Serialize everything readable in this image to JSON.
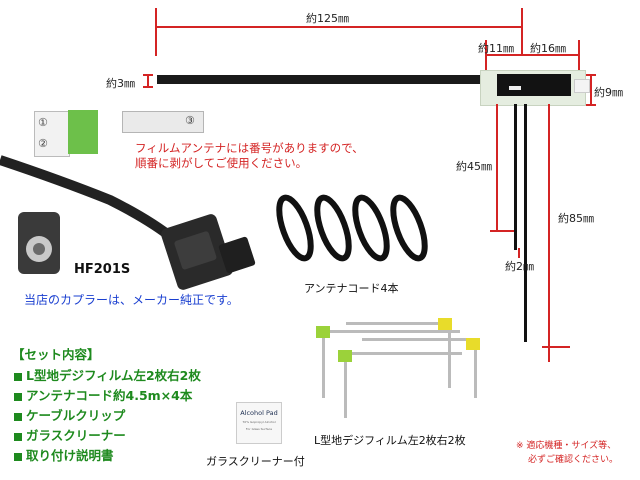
{
  "dimensions": {
    "width_125": "約125㎜",
    "width_11": "約11㎜",
    "width_16": "約16㎜",
    "height_3": "約3㎜",
    "height_9": "約9㎜",
    "length_45": "約45㎜",
    "length_85": "約85㎜",
    "width_2": "約2㎜"
  },
  "film_notice": {
    "line1": "フィルムアンテナには番号がありますので、",
    "line2": "順番に剥がしてご使用ください。"
  },
  "sticker_numbers": [
    "①",
    "②",
    "③"
  ],
  "connector": {
    "model": "HF201S",
    "note": "当店のカプラーは、メーカー純正です。"
  },
  "antenna_cord_caption": "アンテナコード4本",
  "set_contents": {
    "heading": "【セット内容】",
    "items": [
      "L型地デジフィルム左2枚右2枚",
      "アンテナコード約4.5m×4本",
      "ケーブルクリップ",
      "ガラスクリーナー",
      "取り付け説明書"
    ]
  },
  "alcohol_pad": {
    "title": "Alcohol Pad",
    "line1": "70% Isopropyl Alcohol",
    "line2": "For Glass Surface"
  },
  "glass_cleaner_caption": "ガラスクリーナー付",
  "l_film_caption": "L型地デジフィルム左2枚右2枚",
  "warning": {
    "line1": "※ 適応機種・サイズ等、",
    "line2": "必ずご確認ください。"
  },
  "colors": {
    "accent_red": "#d42424",
    "set_green": "#1e8a1e",
    "note_blue": "#1a3fd0",
    "film_tab_green": "#9bd23a",
    "film_tab_yellow": "#e8dc2a"
  }
}
